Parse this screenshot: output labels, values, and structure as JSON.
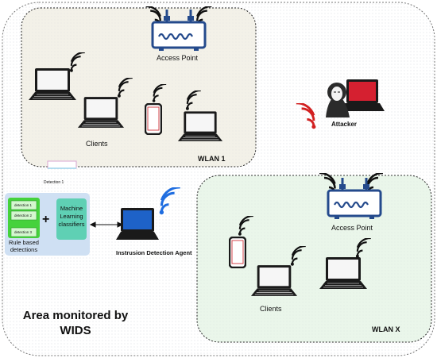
{
  "wlan1": {
    "access_point": "Access Point",
    "clients": "Clients",
    "name": "WLAN 1"
  },
  "wlanx": {
    "access_point": "Access Point",
    "clients": "Clients",
    "name": "WLAN X"
  },
  "attacker": "Attacker",
  "ids": {
    "detection_tag": "Detection 1",
    "rules": [
      "detection 1",
      "detection 2",
      "detection 3"
    ],
    "plus": "+",
    "ml_label": "Machine Learning classifiers",
    "rule_label": "Rule based detections",
    "agent_label": "Instrusion Detection Agent"
  },
  "area_label": "Area monitored by WIDS",
  "colors": {
    "wlan1_fill": "#f3f1e8",
    "wlanx_fill": "#eaf6ea",
    "ids_panel": "#cfe0f3",
    "rule_green": "#45d23c",
    "ml_teal": "#5fd0b4",
    "signal_black": "#111111",
    "signal_blue": "#1f6de0",
    "signal_red": "#d22020",
    "router_blue": "#244a8c",
    "laptop_screen_blue": "#1e62c8",
    "laptop_screen_red": "#d52030"
  }
}
